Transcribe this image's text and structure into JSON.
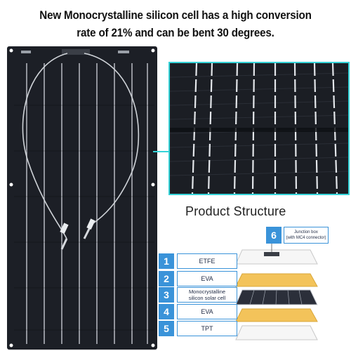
{
  "headline": {
    "line1": "New Monocrystalline silicon cell has a high conversion",
    "line2": "rate of 21% and can be bent 30 degrees."
  },
  "structure": {
    "title": "Product Structure",
    "junction_box": {
      "number": "6",
      "label_line1": "Junction box",
      "label_line2": "(with MC4 connector)"
    },
    "layers": [
      {
        "number": "1",
        "name": "ETFE"
      },
      {
        "number": "2",
        "name": "EVA"
      },
      {
        "number": "3",
        "name_line1": "Monocrystalline",
        "name_line2": "silicon solar cell"
      },
      {
        "number": "4",
        "name": "EVA"
      },
      {
        "number": "5",
        "name": "TPT"
      }
    ]
  },
  "colors": {
    "accent": "#3a93d9",
    "zoom_frame": "#35d3d8",
    "panel": "#1c1f26",
    "eva_layer": "#f3c35a"
  }
}
